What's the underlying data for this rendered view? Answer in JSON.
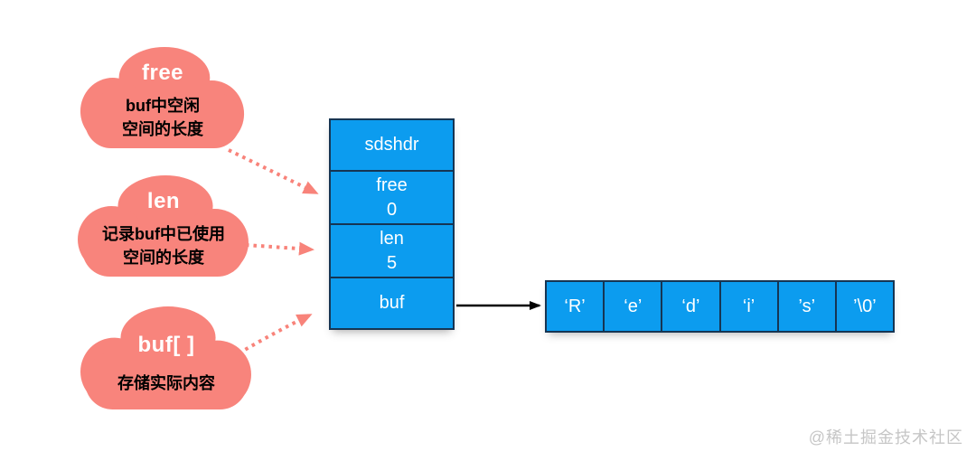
{
  "clouds": [
    {
      "title": "free",
      "desc": [
        "buf中空闲",
        "空间的长度"
      ]
    },
    {
      "title": "len",
      "desc": [
        "记录buf中已使用",
        "空间的长度"
      ]
    },
    {
      "title": "buf[ ]",
      "desc": [
        "存储实际内容"
      ]
    }
  ],
  "struct": {
    "header": "sdshdr",
    "rows": [
      {
        "name": "free",
        "value": "0"
      },
      {
        "name": "len",
        "value": "5"
      },
      {
        "name": "buf"
      }
    ]
  },
  "char_array": {
    "cells": [
      "‘R’",
      "‘e’",
      "‘d’",
      "‘i’",
      "’s’",
      "’\\0’"
    ]
  },
  "watermark": {
    "text": "@稀土掘金技术社区"
  },
  "colors": {
    "cloud": "#F8847C",
    "cell-blue": "#0C9CEF",
    "line-dark": "#163553",
    "arrow-salmon": "#F8837A",
    "watermark-gray": "#C6C6C6"
  }
}
